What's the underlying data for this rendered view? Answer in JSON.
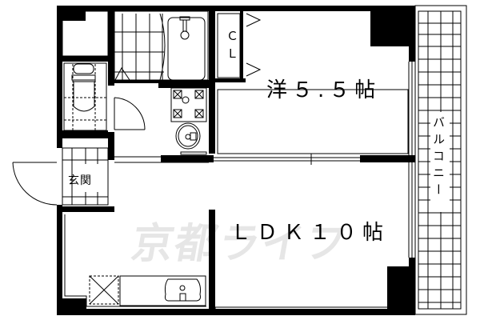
{
  "floor_plan": {
    "rooms": {
      "western_room": {
        "label": "洋５.５帖",
        "size_jo": 5.5,
        "type": "洋室"
      },
      "ldk": {
        "label": "ＬＤＫ１０帖",
        "size_jo": 10,
        "type": "LDK"
      },
      "closet": {
        "label": "ＣＬ"
      },
      "entrance": {
        "label": "玄関"
      },
      "balcony": {
        "label": "バルコニー"
      }
    },
    "fixtures": [
      "bathtub",
      "toilet",
      "washbasin",
      "washing-machine-pan",
      "kitchen-sink",
      "refrigerator-space"
    ],
    "watermark": "京都ライフ",
    "colors": {
      "wall": "#000000",
      "background": "#ffffff",
      "watermark": "#e6e6e6"
    }
  }
}
